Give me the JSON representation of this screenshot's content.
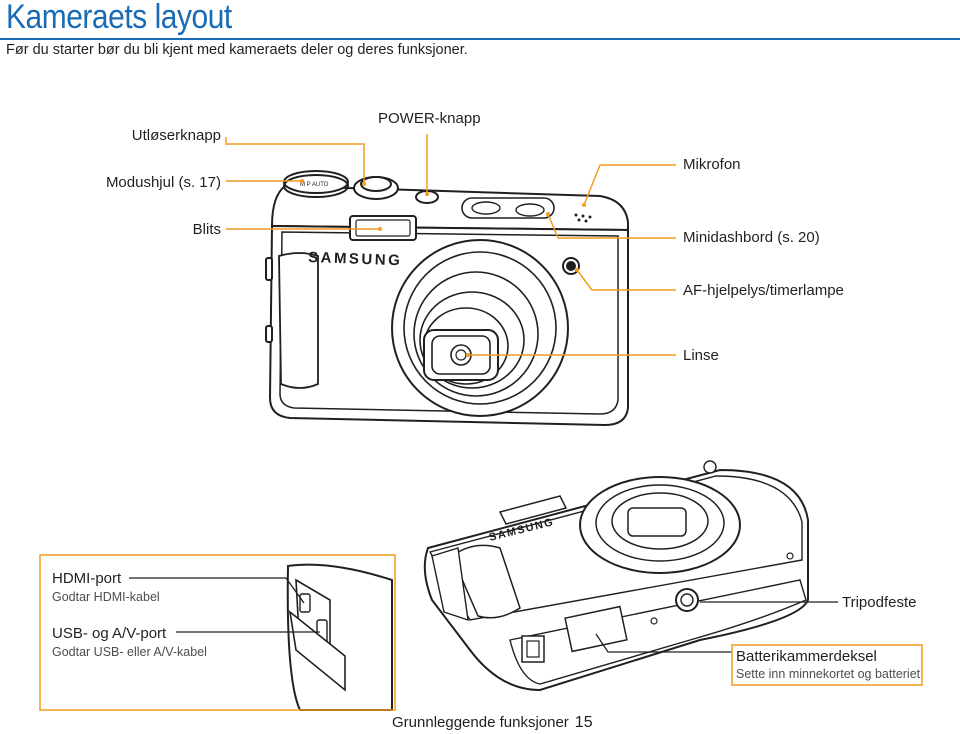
{
  "page": {
    "title": "Kameraets layout",
    "subtitle": "Før du starter bør du bli kjent med kameraets deler og deres funksjoner."
  },
  "front_labels": {
    "shutter": "Utløserknapp",
    "mode_dial": "Modushjul (s. 17)",
    "flash": "Blits",
    "power": "POWER-knapp",
    "microphone": "Mikrofon",
    "smart_dashboard": "Minidashbord (s. 20)",
    "af_lamp": "AF-hjelpelys/timerlampe",
    "lens": "Linse"
  },
  "bottom_labels": {
    "hdmi_title": "HDMI-port",
    "hdmi_desc": "Godtar HDMI-kabel",
    "usb_title": "USB- og A/V-port",
    "usb_desc": "Godtar USB- eller A/V-kabel",
    "tripod": "Tripodfeste",
    "battery_title": "Batterikammerdeksel",
    "battery_desc": "Sette inn minnekortet og batteriet"
  },
  "camera_brand": "SAMSUNG",
  "footer": {
    "section": "Grunnleggende funksjoner",
    "page_number": "15"
  },
  "colors": {
    "accent": "#1a6bb5",
    "callout": "#f39c1e",
    "line_art": "#231f20"
  }
}
